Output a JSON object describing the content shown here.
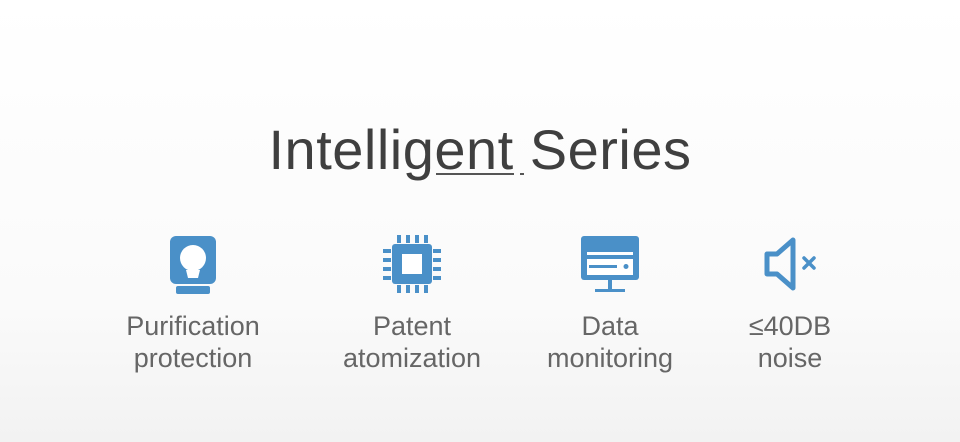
{
  "title": "Intelligent Series",
  "accent_color": "#4a90c8",
  "features": [
    {
      "icon": "purification-icon",
      "line1": "Purification",
      "line2": "protection"
    },
    {
      "icon": "chip-icon",
      "line1": "Patent",
      "line2": "atomization"
    },
    {
      "icon": "monitor-icon",
      "line1": "Data",
      "line2": "monitoring"
    },
    {
      "icon": "mute-speaker-icon",
      "line1": "≤40DB",
      "line2": "noise"
    }
  ]
}
